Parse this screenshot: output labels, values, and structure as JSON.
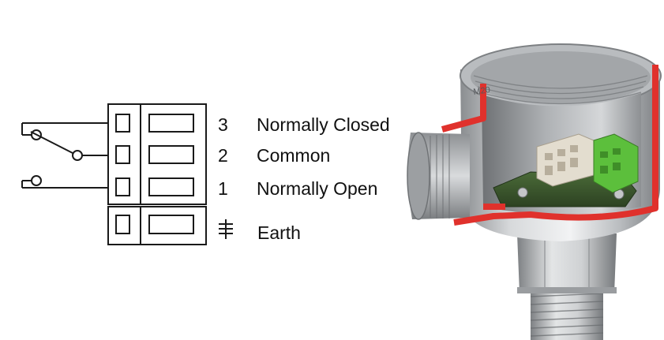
{
  "diagram": {
    "terminals": [
      {
        "number": "3",
        "name": "Normally Closed"
      },
      {
        "number": "2",
        "name": "Common"
      },
      {
        "number": "1",
        "name": "Normally Open"
      }
    ],
    "earth": {
      "name": "Earth"
    },
    "housing": {
      "marking": "M20"
    },
    "colors": {
      "line": "#1a1a1a",
      "housing_cut": "#e0312c",
      "terminal_block_green": "#5cbf3c",
      "terminal_block_beige": "#e3ddcf"
    }
  }
}
